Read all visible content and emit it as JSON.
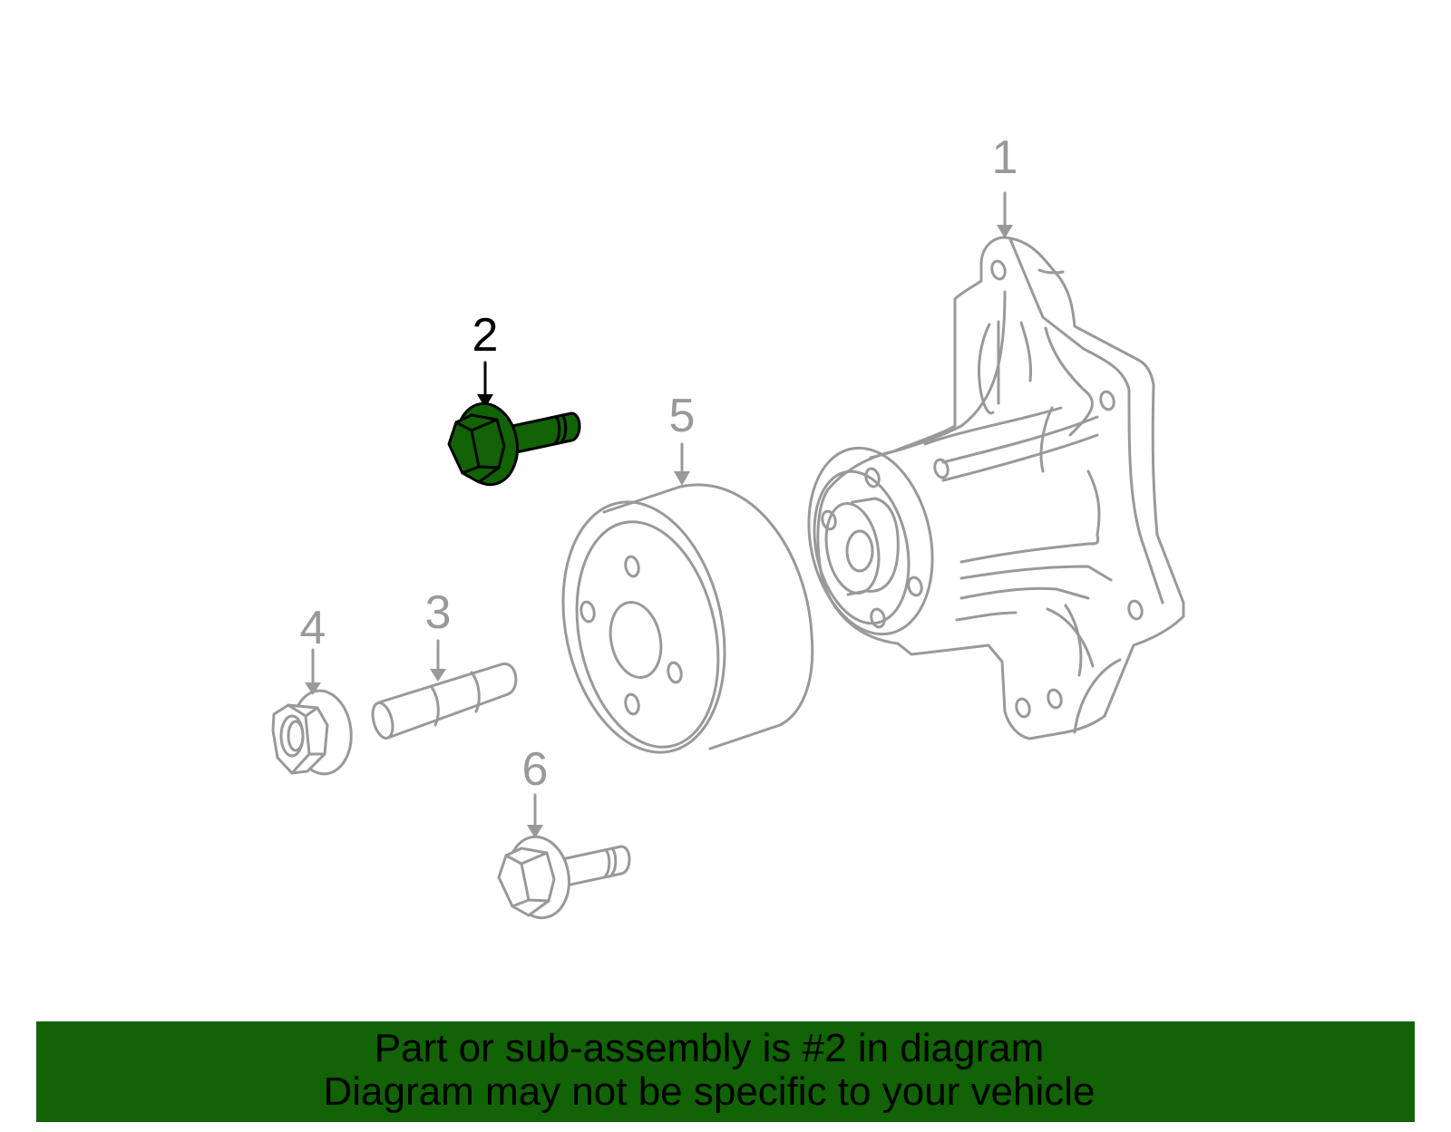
{
  "diagram": {
    "highlighted_part": "2",
    "colors": {
      "highlight_fill": "#116305",
      "highlight_stroke": "#000000",
      "part_stroke": "#999999",
      "banner_bg": "#116305",
      "banner_text": "#000000"
    },
    "callouts": [
      {
        "number": "1",
        "part": "water-pump"
      },
      {
        "number": "2",
        "part": "bolt-highlighted"
      },
      {
        "number": "3",
        "part": "stud"
      },
      {
        "number": "4",
        "part": "flange-nut"
      },
      {
        "number": "5",
        "part": "pulley"
      },
      {
        "number": "6",
        "part": "bolt"
      }
    ]
  },
  "banner": {
    "line1": "Part or sub-assembly is #2 in diagram",
    "line2": "Diagram may not be specific to your vehicle"
  }
}
